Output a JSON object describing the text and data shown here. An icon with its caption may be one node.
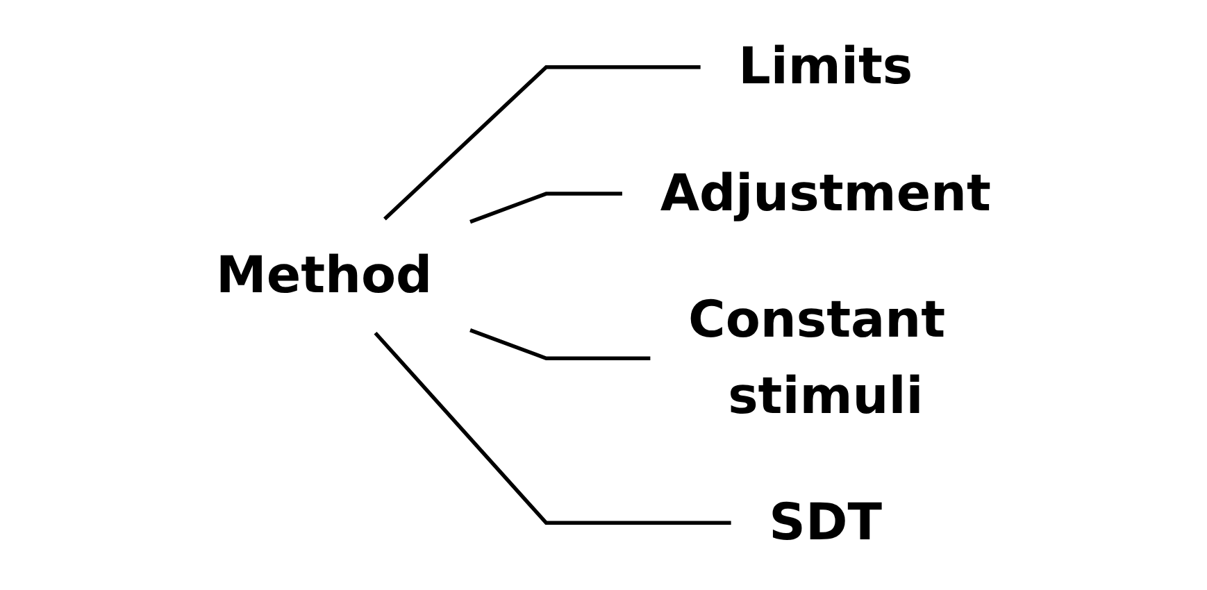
{
  "diagram": {
    "nodes": [
      {
        "text": [
          "Method"
        ]
      },
      {
        "text": [
          "Limits"
        ]
      },
      {
        "text": [
          "Adjustment"
        ]
      },
      {
        "text": [
          "Constant stimuli"
        ]
      },
      {
        "text": [
          "SDT"
        ]
      }
    ],
    "edges": [
      {
        "from": 0,
        "to": 1,
        "arrow": "none"
      },
      {
        "from": 0,
        "to": 2,
        "arrow": "none"
      },
      {
        "from": 0,
        "to": 3,
        "arrow": "none"
      },
      {
        "from": 0,
        "to": 4,
        "arrow": "none"
      }
    ]
  }
}
